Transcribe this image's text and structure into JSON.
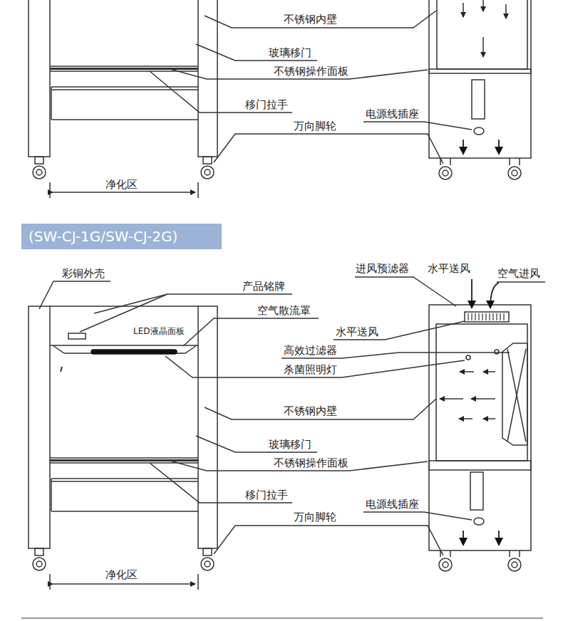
{
  "diagram": {
    "nodes": [
      {
        "text": [
          "(SW-CJ-1G/SW-CJ-2G)"
        ]
      }
    ],
    "labels": [
      "不锈钢内壁",
      "玻璃移门",
      "不锈钢操作面板",
      "移门拉手",
      "电源线插座",
      "万向脚轮",
      "净化区",
      "进风预滤器",
      "水平送风",
      "空气进风",
      "彩铜外壳",
      "产品铭牌",
      "空气散流罩",
      "LED液晶面板",
      "水平送风",
      "高效过滤器",
      "杀菌照明灯",
      "不锈钢内壁",
      "玻璃移门",
      "不锈钢操作面板",
      "移门拉手",
      "电源线插座",
      "万向脚轮",
      "净化区"
    ]
  }
}
